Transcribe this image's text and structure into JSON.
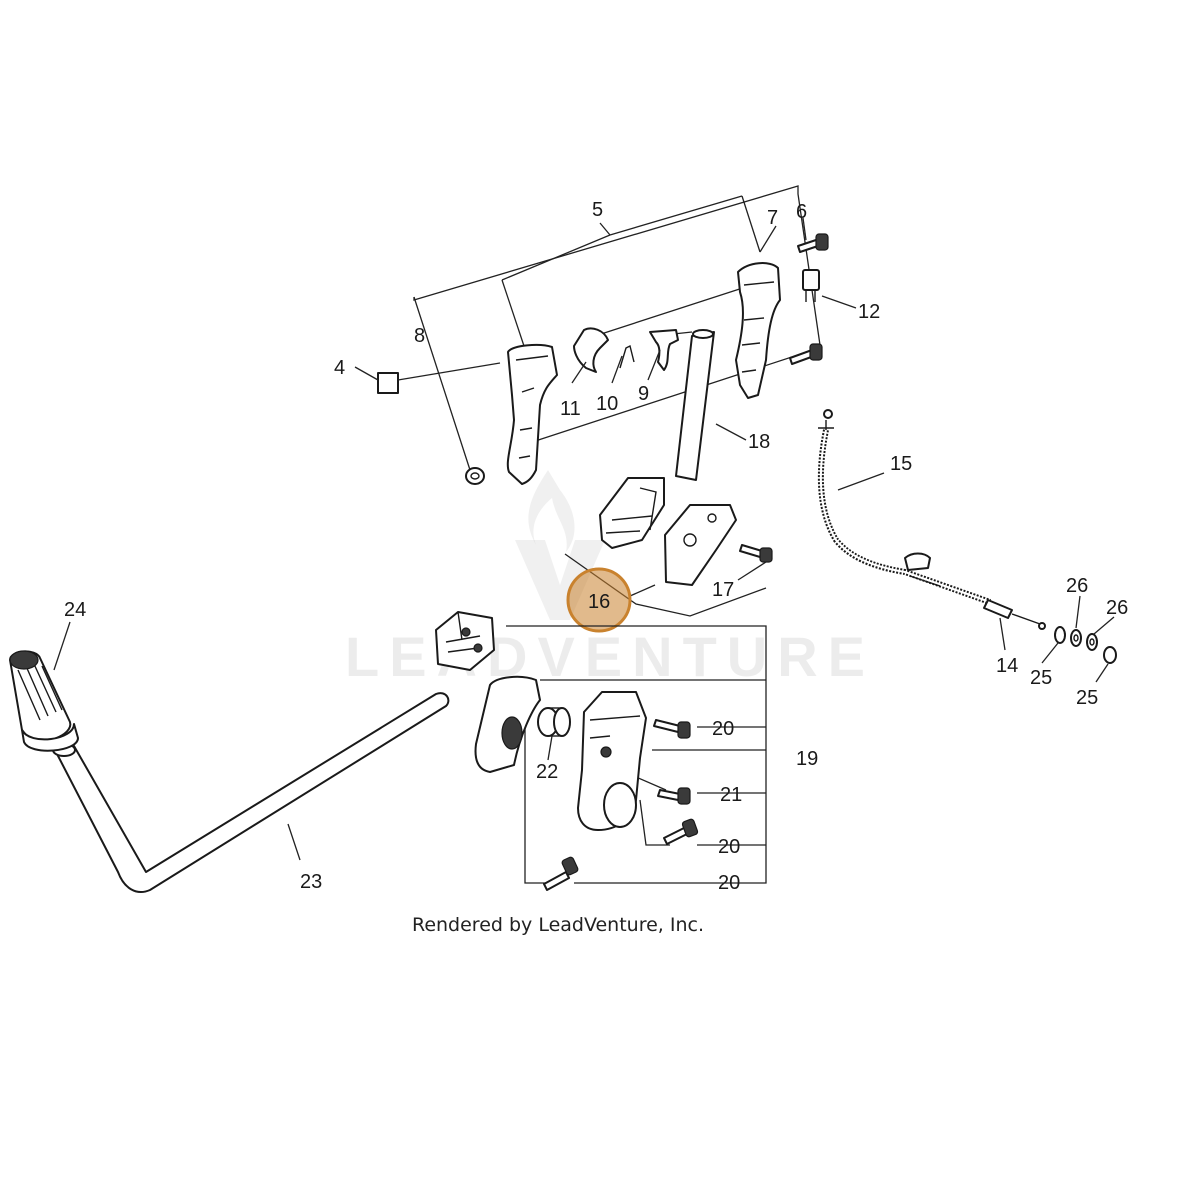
{
  "diagram": {
    "watermark": "LEADVENTURE",
    "caption": "Rendered by LeadVenture, Inc.",
    "highlight_color": "#c9822e",
    "highlighted_callout": "16",
    "callouts": {
      "c4": "4",
      "c5": "5",
      "c6": "6",
      "c7": "7",
      "c8": "8",
      "c9": "9",
      "c10": "10",
      "c11": "11",
      "c12": "12",
      "c14": "14",
      "c15": "15",
      "c16": "16",
      "c17": "17",
      "c18": "18",
      "c19": "19",
      "c20a": "20",
      "c20b": "20",
      "c20c": "20",
      "c21": "21",
      "c22": "22",
      "c23": "23",
      "c24": "24",
      "c25a": "25",
      "c25b": "25",
      "c26a": "26",
      "c26b": "26"
    }
  }
}
